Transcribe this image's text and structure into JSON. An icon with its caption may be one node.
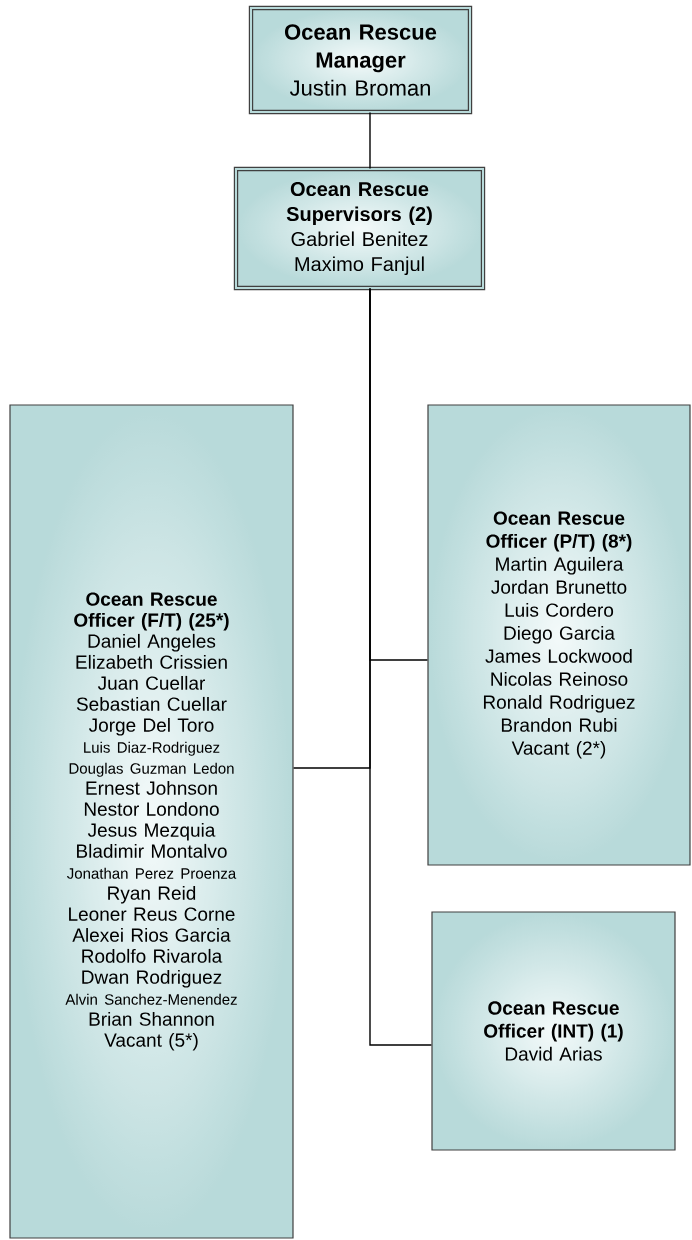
{
  "diagram": {
    "nodes": [
      {
        "text": [
          "Ocean Rescue Manager",
          "Justin Broman"
        ]
      },
      {
        "text": [
          "Ocean Rescue Supervisors (2)",
          "Gabriel Benitez",
          "Maximo Fanjul"
        ]
      },
      {
        "text": [
          "Ocean Rescue Officer (F/T) (25*)",
          "Daniel Angeles",
          "Elizabeth Crissien",
          "Juan Cuellar",
          "Sebastian Cuellar",
          "Jorge Del Toro",
          "Luis Diaz-Rodriguez",
          "Douglas Guzman Ledon",
          "Ernest Johnson",
          "Nestor Londono",
          "Jesus Mezquia",
          "Bladimir Montalvo",
          "Jonathan Perez Proenza",
          "Ryan Reid",
          "Leoner Reus Corne",
          "Alexei Rios Garcia",
          "Rodolfo Rivarola",
          "Dwan Rodriguez",
          "Alvin Sanchez-Menendez",
          "Brian Shannon",
          "Vacant (5*)"
        ]
      },
      {
        "text": [
          "Ocean Rescue Officer (P/T) (8*)",
          "Martin Aguilera",
          "Jordan Brunetto",
          "Luis Cordero",
          "Diego Garcia",
          "James Lockwood",
          "Nicolas Reinoso",
          "Ronald Rodriguez",
          "Brandon Rubi",
          "Vacant (2*)"
        ]
      },
      {
        "text": [
          "Ocean Rescue Officer (INT) (1)",
          "David Arias"
        ]
      }
    ],
    "edges": [
      {
        "from": 0,
        "to": 1,
        "arrow": "none"
      },
      {
        "from": 1,
        "to": 2,
        "arrow": "none"
      },
      {
        "from": 1,
        "to": 3,
        "arrow": "none"
      },
      {
        "from": 1,
        "to": 4,
        "arrow": "none"
      }
    ]
  }
}
